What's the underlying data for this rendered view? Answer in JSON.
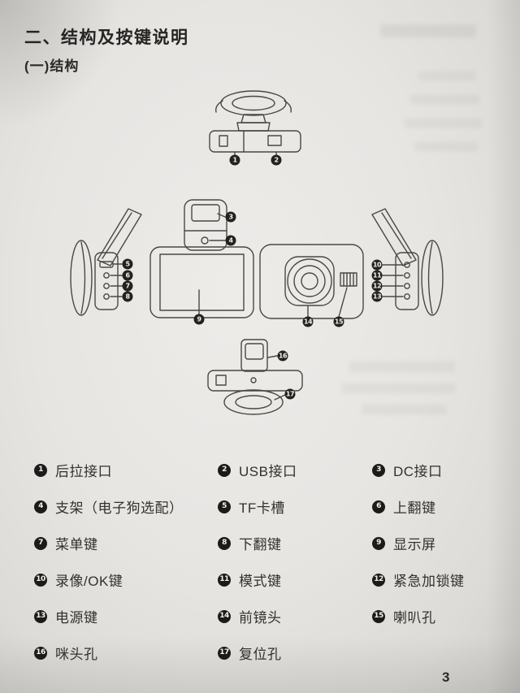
{
  "page": {
    "title": "二、结构及按键说明",
    "subtitle": "(一)结构",
    "page_number": "3"
  },
  "legend": {
    "items": [
      {
        "num": "1",
        "label": "后拉接口"
      },
      {
        "num": "2",
        "label": "USB接口"
      },
      {
        "num": "3",
        "label": "DC接口"
      },
      {
        "num": "4",
        "label": "支架（电子狗选配）"
      },
      {
        "num": "5",
        "label": "TF卡槽"
      },
      {
        "num": "6",
        "label": "上翻键"
      },
      {
        "num": "7",
        "label": "菜单键"
      },
      {
        "num": "8",
        "label": "下翻键"
      },
      {
        "num": "9",
        "label": "显示屏"
      },
      {
        "num": "10",
        "label": "录像/OK键"
      },
      {
        "num": "11",
        "label": "模式键"
      },
      {
        "num": "12",
        "label": "紧急加锁键"
      },
      {
        "num": "13",
        "label": "电源键"
      },
      {
        "num": "14",
        "label": "前镜头"
      },
      {
        "num": "15",
        "label": "喇叭孔"
      },
      {
        "num": "16",
        "label": "咪头孔"
      },
      {
        "num": "17",
        "label": "复位孔"
      }
    ]
  }
}
